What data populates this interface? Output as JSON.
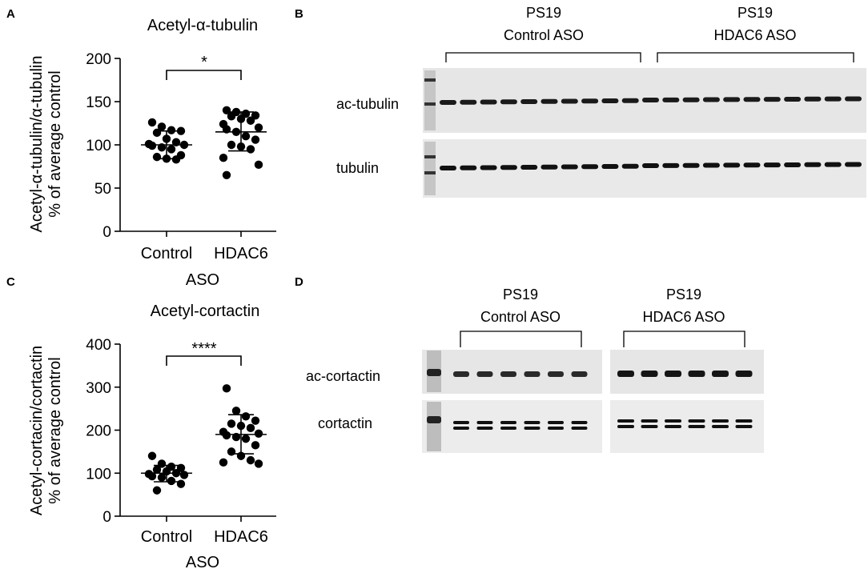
{
  "panels": {
    "a": "A",
    "b": "B",
    "c": "C",
    "d": "D"
  },
  "chart_data": [
    {
      "type": "scatter",
      "panel": "A",
      "title": "Acetyl-α-tubulin",
      "ylabel_line1": "Acetyl-α-tubulin/α-tubulin",
      "ylabel_line2": "% of average control",
      "xlabel": "ASO",
      "categories": [
        "Control",
        "HDAC6"
      ],
      "ylim": [
        0,
        200
      ],
      "yticks": [
        "0",
        "50",
        "100",
        "150",
        "200"
      ],
      "significance": "*",
      "series": [
        {
          "category": "Control",
          "values": [
            126,
            121,
            117,
            116,
            114,
            107,
            103,
            101,
            100,
            99,
            97,
            95,
            88,
            86,
            84,
            83
          ],
          "mean": 100,
          "sd_low": 84,
          "sd_high": 116
        },
        {
          "category": "HDAC6",
          "values": [
            140,
            138,
            136,
            134,
            133,
            130,
            128,
            124,
            120,
            118,
            115,
            110,
            106,
            100,
            98,
            95,
            85,
            77,
            65
          ],
          "mean": 115,
          "sd_low": 93,
          "sd_high": 138
        }
      ]
    },
    {
      "type": "scatter",
      "panel": "C",
      "title": "Acetyl-cortactin",
      "ylabel_line1": "Acetyl-cortacin/cortactin",
      "ylabel_line2": "% of average control",
      "xlabel": "ASO",
      "categories": [
        "Control",
        "HDAC6"
      ],
      "ylim": [
        0,
        400
      ],
      "yticks": [
        "0",
        "100",
        "200",
        "300",
        "400"
      ],
      "significance": "****",
      "series": [
        {
          "category": "Control",
          "values": [
            140,
            122,
            115,
            112,
            108,
            104,
            100,
            98,
            96,
            93,
            90,
            82,
            75,
            60
          ],
          "mean": 100,
          "sd_low": 80,
          "sd_high": 118
        },
        {
          "category": "HDAC6",
          "values": [
            297,
            245,
            232,
            222,
            215,
            210,
            205,
            196,
            192,
            188,
            184,
            180,
            165,
            150,
            140,
            130,
            125,
            122
          ],
          "mean": 190,
          "sd_low": 145,
          "sd_high": 236
        }
      ]
    }
  ],
  "blot_b": {
    "group1": {
      "line1": "PS19",
      "line2": "Control ASO"
    },
    "group2": {
      "line1": "PS19",
      "line2": "HDAC6 ASO"
    },
    "row1_label": "ac-tubulin",
    "row2_label": "tubulin"
  },
  "blot_d": {
    "group1": {
      "line1": "PS19",
      "line2": "Control ASO"
    },
    "group2": {
      "line1": "PS19",
      "line2": "HDAC6 ASO"
    },
    "row1_label": "ac-cortactin",
    "row2_label": "cortactin"
  }
}
